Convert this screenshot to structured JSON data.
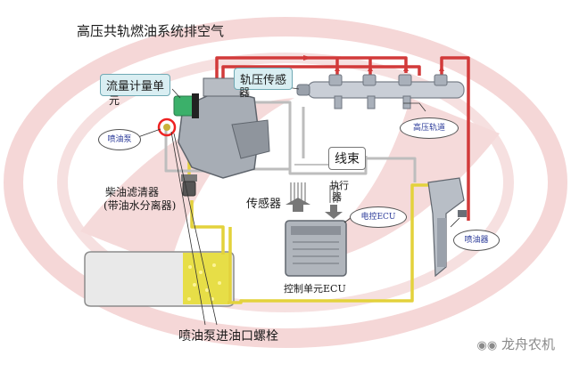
{
  "title": "高压共轨燃油系统排空气",
  "labels": {
    "flow_meter_line1": "流量计量单",
    "flow_meter_line2": "元",
    "rail_sensor_line1": "轨压传感",
    "rail_sensor_line2": "器",
    "injection_pump": "喷油泵",
    "high_pressure_rail": "高压轨道",
    "wire_harness": "线束",
    "fuel_filter_line1": "柴油滤清器",
    "fuel_filter_line2": "(带油水分离器)",
    "sensor": "传感器",
    "actuator_line1": "执",
    "actuator_line2": "行",
    "actuator_line3": "器",
    "ecu_callout": "电控ECU",
    "injector": "喷油器",
    "ecu_unit": "控制单元ECU",
    "inlet_bolt": "喷油泵进油口螺栓"
  },
  "watermark": "龙舟农机",
  "colors": {
    "high_pressure_line": "#d23a3a",
    "low_pressure_line": "#e3d23c",
    "return_line": "#bdbdbd",
    "logo_red": "#f2c9c9",
    "callout_bg": "#d9eef2",
    "fuel": "#e6dc2a"
  }
}
